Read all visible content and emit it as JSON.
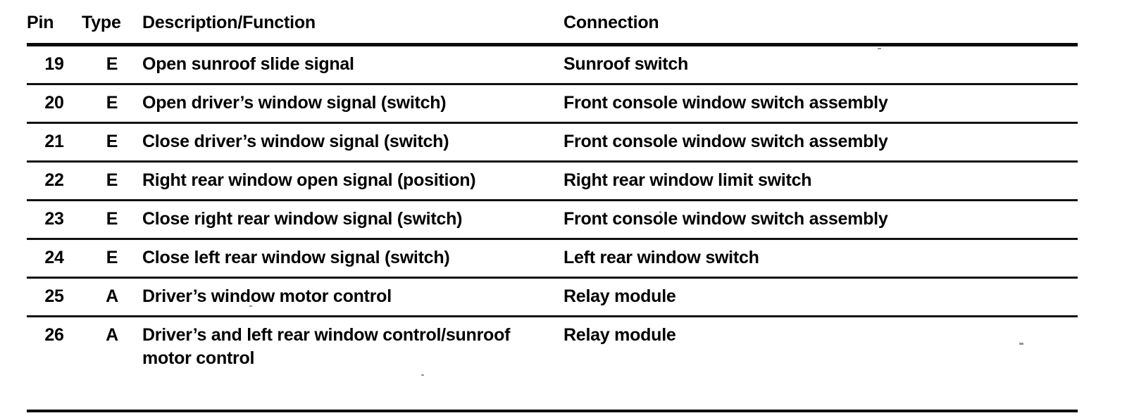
{
  "table": {
    "columns": [
      {
        "key": "pin",
        "label": "Pin"
      },
      {
        "key": "type",
        "label": "Type"
      },
      {
        "key": "desc",
        "label": "Description/Function"
      },
      {
        "key": "connection",
        "label": "Connection"
      }
    ],
    "rows": [
      {
        "pin": "19",
        "type": "E",
        "desc": "Open sunroof slide signal",
        "connection": "Sunroof switch"
      },
      {
        "pin": "20",
        "type": "E",
        "desc": "Open driver’s window signal (switch)",
        "connection": "Front console window switch assembly"
      },
      {
        "pin": "21",
        "type": "E",
        "desc": "Close driver’s window signal (switch)",
        "connection": "Front console window switch assembly"
      },
      {
        "pin": "22",
        "type": "E",
        "desc": "Right rear window open signal (position)",
        "connection": "Right rear window limit switch"
      },
      {
        "pin": "23",
        "type": "E",
        "desc": "Close right rear window signal (switch)",
        "connection": "Front console window switch assembly"
      },
      {
        "pin": "24",
        "type": "E",
        "desc": "Close left rear window signal (switch)",
        "connection": "Left rear window switch"
      },
      {
        "pin": "25",
        "type": "A",
        "desc": "Driver’s window motor control",
        "connection": "Relay module"
      },
      {
        "pin": "26",
        "type": "A",
        "desc": "Driver’s and left rear window control/sunroof motor control",
        "connection": "Relay module"
      }
    ]
  },
  "colors": {
    "ink": "#000000",
    "paper": "#ffffff",
    "rule": "#111111"
  }
}
